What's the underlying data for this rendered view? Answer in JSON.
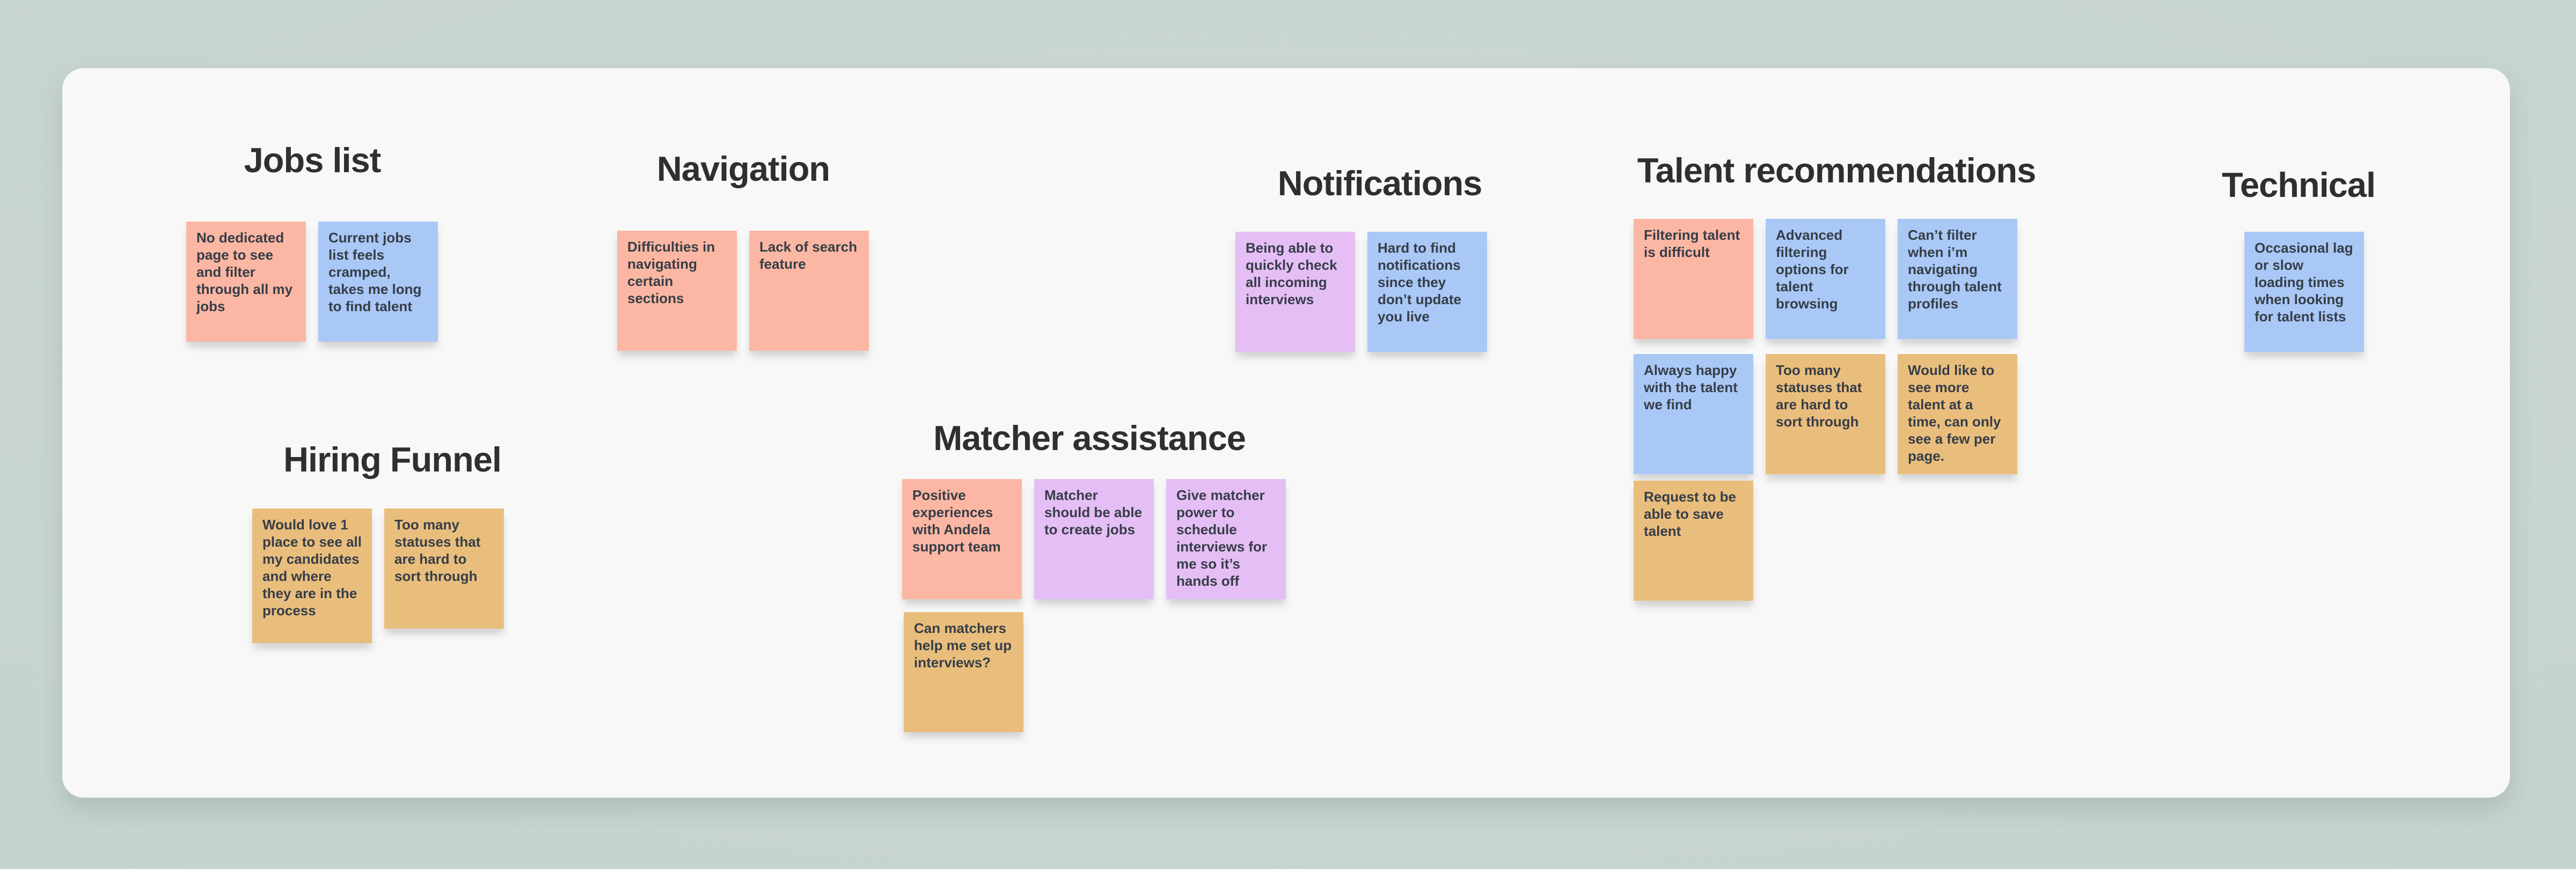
{
  "palette": {
    "canvas": "#C6D4CF",
    "board": "#F8F8F8",
    "heading_text": "#2F2F2F",
    "note_text": "#363D47",
    "salmon": "#FBB7A3",
    "blue": "#A9C8F6",
    "purple": "#E5BEF6",
    "tan": "#E9BE7D"
  },
  "groups": [
    {
      "title": "Jobs list",
      "notes": [
        {
          "color": "salmon",
          "text": "No dedicated page to see and filter through all my jobs"
        },
        {
          "color": "blue",
          "text": "Current jobs list feels cramped, takes me long to find talent"
        }
      ]
    },
    {
      "title": "Navigation",
      "notes": [
        {
          "color": "salmon",
          "text": "Difficulties in navigating certain sections"
        },
        {
          "color": "salmon",
          "text": "Lack of search feature"
        }
      ]
    },
    {
      "title": "Notifications",
      "notes": [
        {
          "color": "purple",
          "text": "Being able to quickly check all incoming interviews"
        },
        {
          "color": "blue",
          "text": "Hard to find notifications since they don’t update you live"
        }
      ]
    },
    {
      "title": "Talent recommendations",
      "notes": [
        {
          "color": "salmon",
          "text": "Filtering talent is difficult"
        },
        {
          "color": "blue",
          "text": "Advanced filtering options for talent browsing"
        },
        {
          "color": "blue",
          "text": "Can’t filter when i’m navigating through talent profiles"
        },
        {
          "color": "blue",
          "text": "Always happy with the talent we find"
        },
        {
          "color": "tan",
          "text": "Too many statuses that are hard to sort through"
        },
        {
          "color": "tan",
          "text": "Would like to see more talent at a time, can only see a few per page."
        },
        {
          "color": "tan",
          "text": "Request to be able to save talent"
        }
      ]
    },
    {
      "title": "Technical",
      "notes": [
        {
          "color": "blue",
          "text": "Occasional lag or slow loading times when looking for talent lists"
        }
      ]
    },
    {
      "title": "Hiring Funnel",
      "notes": [
        {
          "color": "tan",
          "text": "Would love 1 place to see all my candidates and where they are in the process"
        },
        {
          "color": "tan",
          "text": "Too many statuses that are hard to sort through"
        }
      ]
    },
    {
      "title": "Matcher assistance",
      "notes": [
        {
          "color": "salmon",
          "text": "Positive experiences with Andela support team"
        },
        {
          "color": "purple",
          "text": "Matcher should be able to create jobs"
        },
        {
          "color": "purple",
          "text": "Give matcher power to schedule interviews for me so it’s hands off"
        },
        {
          "color": "tan",
          "text": "Can matchers help me set up interviews?"
        }
      ]
    }
  ]
}
